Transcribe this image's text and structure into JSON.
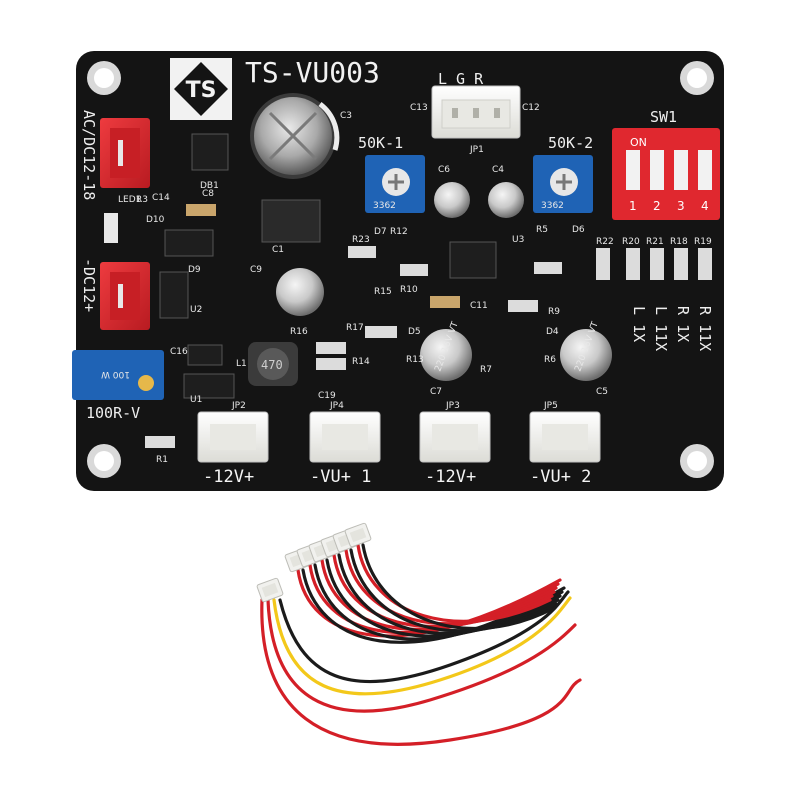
{
  "board": {
    "model": "TS-VU003",
    "logo_text": "TS",
    "input_label": "AC/DC12-18",
    "output_label": "-DC12+",
    "pot_left_label": "50K-1",
    "pot_right_label": "50K-2",
    "pot_code": "3362",
    "trim_label": "100R-V",
    "trim_code": "100 W",
    "switch": {
      "label": "SW1",
      "on_text": "ON",
      "numbers": [
        "1",
        "2",
        "3",
        "4"
      ]
    },
    "gain_table": [
      {
        "channel": "R",
        "gain": "11X"
      },
      {
        "channel": "R",
        "gain": "1X"
      },
      {
        "channel": "L",
        "gain": "11X"
      },
      {
        "channel": "L",
        "gain": "1X"
      }
    ],
    "jp1_pins": "L G R",
    "connectors": [
      {
        "id": "JP2",
        "caption": "-12V+"
      },
      {
        "id": "JP4",
        "caption": "-VU+ 1"
      },
      {
        "id": "JP3",
        "caption": "-12V+"
      },
      {
        "id": "JP5",
        "caption": "-VU+ 2"
      }
    ],
    "capacitors": {
      "big_cap_text": "220 16V VT",
      "inductor_text": "470"
    },
    "designators": [
      "C3",
      "C13",
      "C12",
      "JP1",
      "C6",
      "C4",
      "DB1",
      "C14",
      "LED1",
      "R3",
      "C8",
      "D10",
      "D7",
      "R12",
      "R23",
      "R5",
      "D6",
      "R22",
      "R20",
      "R21",
      "R18",
      "R19",
      "U3",
      "D9",
      "C9",
      "C1",
      "R15",
      "R10",
      "C11",
      "R9",
      "U2",
      "R16",
      "R17",
      "D5",
      "D4",
      "C16",
      "L1",
      "R14",
      "R13",
      "R7",
      "R6",
      "C7",
      "C5",
      "C19",
      "R1",
      "U1"
    ]
  },
  "colors": {
    "pcb": "#141414",
    "connector_red": "#d8232a",
    "connector_white": "#f1f1ee",
    "pot_blue": "#1f63b5",
    "wire_red": "#d41f27",
    "wire_black": "#1b1b1b",
    "wire_yellow": "#f3c81a"
  },
  "cables": {
    "count": 7,
    "connector_pins": 3
  }
}
